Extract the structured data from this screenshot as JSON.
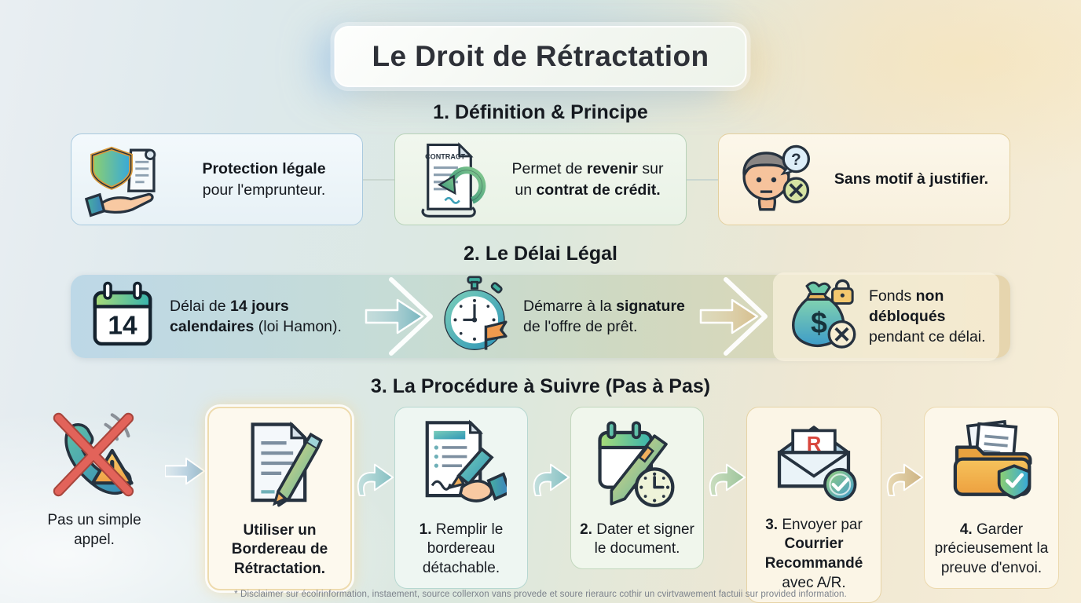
{
  "title": "Le Droit de Rétractation",
  "palette": {
    "teal": "#3fae9f",
    "green": "#8ed06e",
    "blue": "#35a8dc",
    "orange": "#efa045",
    "red_cross": "#e2635a",
    "banner_left": "#bdd8e7",
    "banner_right": "#e6d5ae"
  },
  "sections": {
    "definition": {
      "heading": "1. Définition & Principe",
      "cards": [
        {
          "icon": "shield-hand-icon",
          "line1_bold": "Protection légale",
          "line2": "pour l'emprunteur."
        },
        {
          "icon": "contract-return-icon",
          "contract_label": "CONTRACT",
          "l1a": "Permet de ",
          "l1b": "revenir",
          "l1c": " sur",
          "l2a": "un ",
          "l2b": "contrat de crédit."
        },
        {
          "icon": "person-question-icon",
          "line1_bold": "Sans motif à justifier."
        }
      ]
    },
    "delai": {
      "heading": "2. Le Délai Légal",
      "items": [
        {
          "icon": "calendar-14-icon",
          "calendar_number": "14",
          "l1a": "Délai de ",
          "l1b": "14 jours",
          "l2a": "calendaires",
          "l2b": " (loi Hamon)."
        },
        {
          "icon": "stopwatch-flag-icon",
          "l1a": "Démarre à la ",
          "l1b": "signature",
          "l2": "de l'offre de prêt."
        },
        {
          "icon": "moneybag-lock-icon",
          "l1a": "Fonds ",
          "l1b": "non débloqués",
          "l2": "pendant ce délai."
        }
      ]
    },
    "procedure": {
      "heading": "3. La Procédure à Suivre (Pas à Pas)",
      "warning": {
        "icon": "no-phone-icon",
        "caption_l1": "Pas un simple",
        "caption_l2": "appel."
      },
      "highlight": {
        "icon": "document-pen-icon",
        "caption": "Utiliser un Bordereau de Rétractation."
      },
      "steps": [
        {
          "icon": "fill-form-icon",
          "num": "1.",
          "text": " Remplir le bordereau détachable."
        },
        {
          "icon": "date-sign-icon",
          "num": "2.",
          "text": " Dater et signer le document."
        },
        {
          "icon": "registered-mail-icon",
          "num": "3.",
          "ta": " Envoyer par ",
          "bold": "Courrier Recommandé",
          "tb": " avec A/R.",
          "envelope_letter": "R"
        },
        {
          "icon": "keep-proof-icon",
          "num": "4.",
          "text": " Garder précieusement la preuve d'envoi."
        }
      ]
    }
  },
  "footer": {
    "disclaimer": "* Disclaimer sur écolrinformation, instaement, source collerxon vans provede et soure rieraurc cothir un cvirtvawement factuii sur provided information."
  }
}
